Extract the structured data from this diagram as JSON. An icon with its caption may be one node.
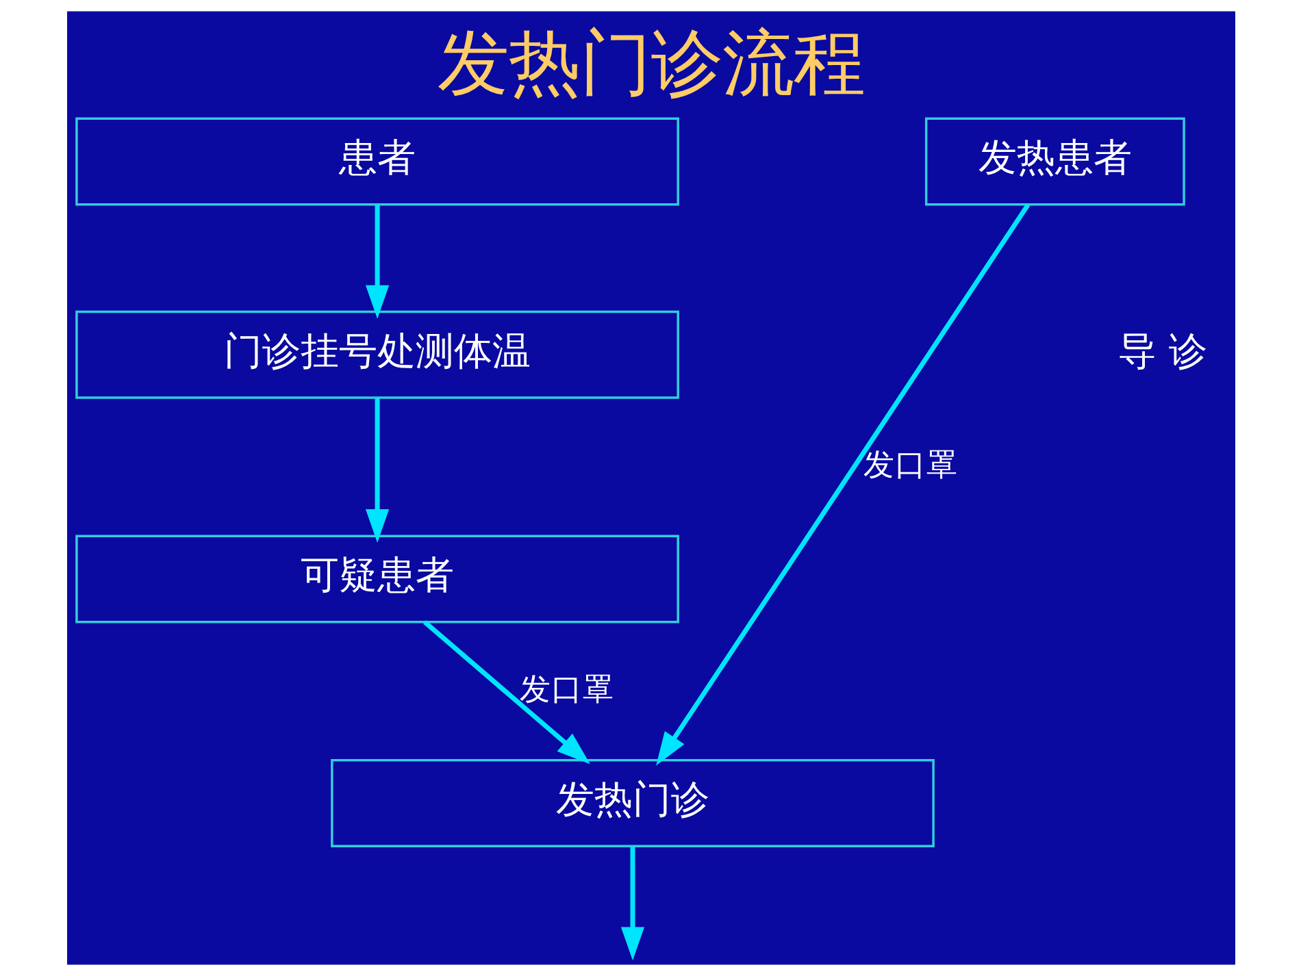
{
  "diagram": {
    "title": "发热门诊流程",
    "nodes": [
      {
        "text": [
          "患者"
        ]
      },
      {
        "text": [
          "门诊挂号处测体温"
        ]
      },
      {
        "text": [
          "可疑患者"
        ]
      },
      {
        "text": [
          "发热门诊"
        ]
      },
      {
        "text": [
          "发热患者"
        ]
      }
    ],
    "edges": [
      {
        "from": 0,
        "to": 1,
        "arrow": "to"
      },
      {
        "from": 1,
        "to": 2,
        "arrow": "to"
      },
      {
        "from": 2,
        "to": 3,
        "arrow": "to",
        "label": "发口罩"
      },
      {
        "from": 3,
        "to": null,
        "arrow": "to"
      },
      {
        "from": 4,
        "to": 3,
        "arrow": "to",
        "label": "发口罩"
      }
    ],
    "labels": [
      "导 诊"
    ]
  }
}
